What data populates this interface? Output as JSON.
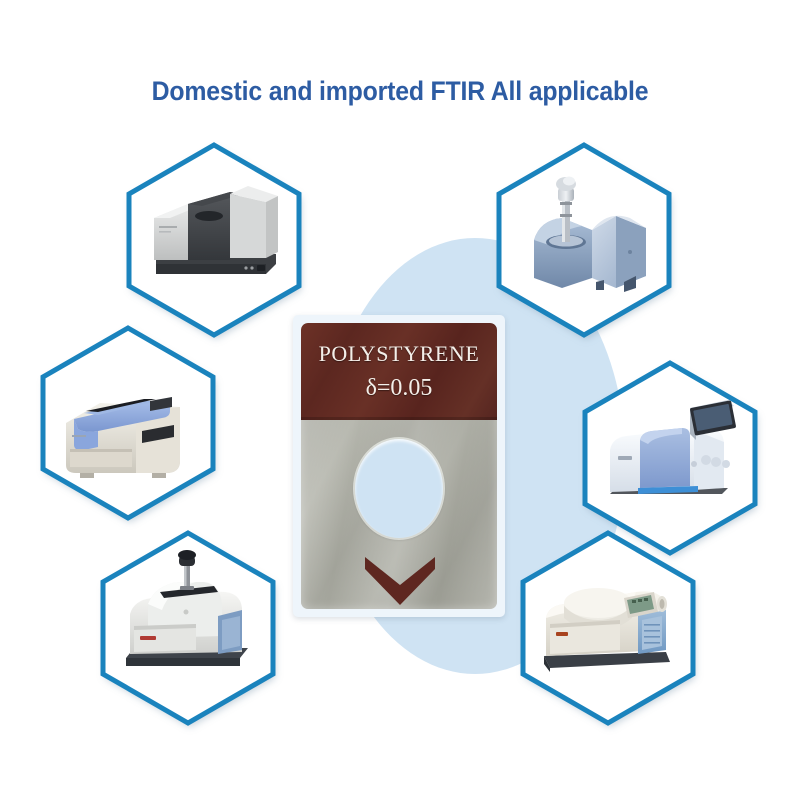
{
  "page": {
    "title": "Domestic and imported FTIR All applicable",
    "background_color": "#ffffff"
  },
  "theme": {
    "title_color": "#2d5ca3",
    "hexagon_border_color": "#1a83bd",
    "center_circle_color": "#cfe3f3",
    "card_header_color": "#5c2720",
    "card_body_color": "#a7a89f",
    "card_text_color": "#f4efe9"
  },
  "sample_card": {
    "material": "POLYSTYRENE",
    "thickness": "δ=0.05",
    "aperture": "circular-window",
    "arrow": "down-chevron"
  },
  "instruments": [
    {
      "id": "instrument-top-left",
      "name": "benchtop-ftir-spectrometer-dark",
      "position": "top-left",
      "body_color": "#d7d8d6",
      "accent_color": "#3f4145"
    },
    {
      "id": "instrument-top-right",
      "name": "ftir-with-atr-probe",
      "position": "top-right",
      "body_color": "#b8c6d8",
      "accent_color": "#7e99bb"
    },
    {
      "id": "instrument-mid-left",
      "name": "uv-vis-spectrophotometer-blue-top",
      "position": "middle-left",
      "body_color": "#ebe7df",
      "accent_color": "#93aede"
    },
    {
      "id": "instrument-mid-right",
      "name": "ftir-with-touchscreen",
      "position": "middle-right",
      "body_color": "#eef2f7",
      "accent_color": "#8fa9d8"
    },
    {
      "id": "instrument-bottom-left",
      "name": "ftir-with-atr-press-knob",
      "position": "bottom-left",
      "body_color": "#e6e6e4",
      "accent_color": "#4a4f57"
    },
    {
      "id": "instrument-bottom-right",
      "name": "ftir-with-control-panel",
      "position": "bottom-right",
      "body_color": "#ece9e2",
      "accent_color": "#7fa3c8"
    }
  ]
}
